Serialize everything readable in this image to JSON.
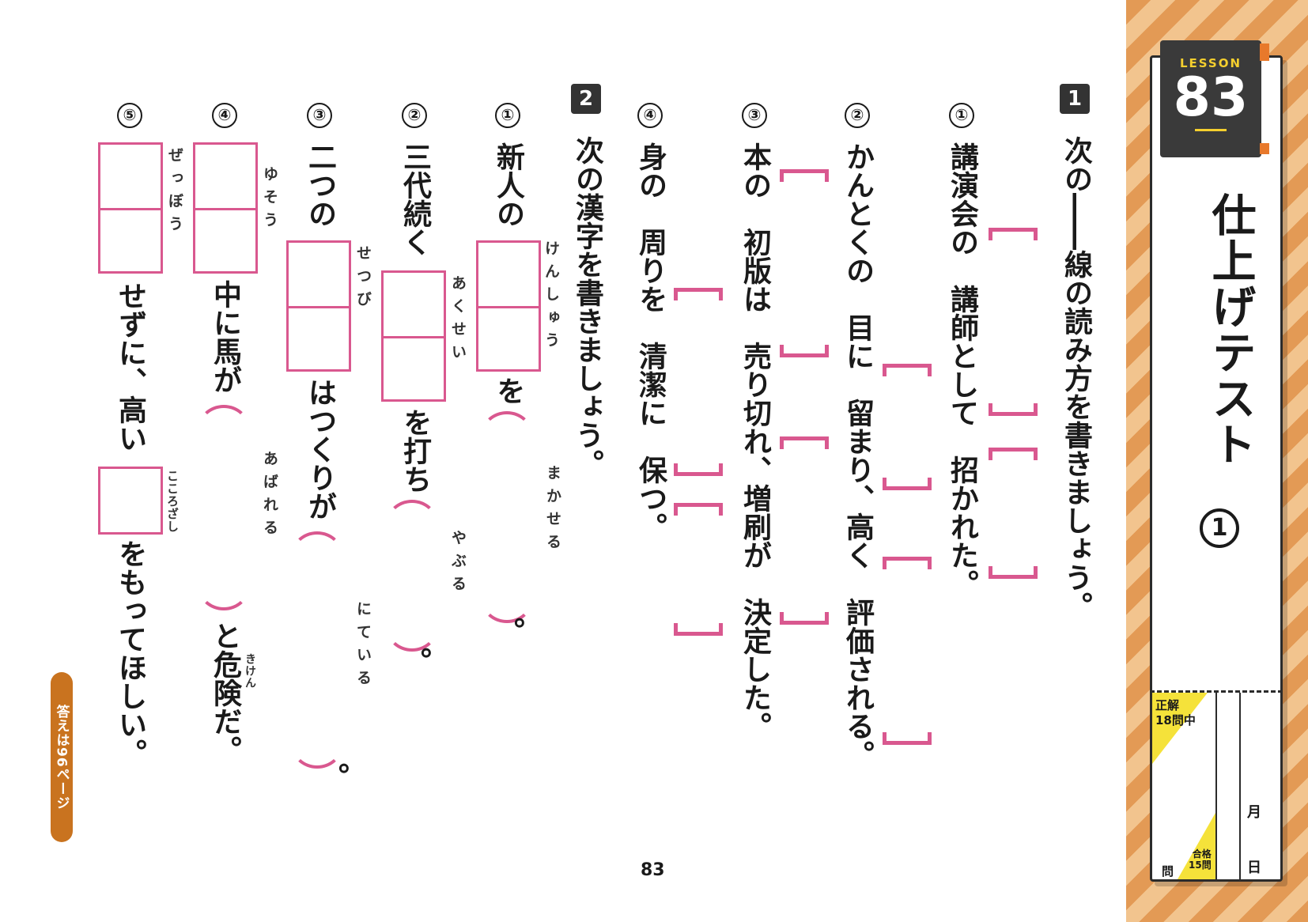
{
  "sidebar": {
    "lesson_label": "LESSON",
    "lesson_number": "83",
    "title": "仕上げテスト",
    "title_number": "1",
    "score_label_1": "正解",
    "score_label_2": "18問中",
    "month": "月",
    "day": "日",
    "pass_label_1": "合格",
    "pass_label_2": "15問",
    "question_unit": "問"
  },
  "answer_tab": "答えは96ページ",
  "page_number": "83",
  "section1": {
    "mark": "1",
    "instruction": "次の――線の読み方を書きましょう。",
    "items": [
      {
        "num": "①",
        "text": "講演会の　講師として　招かれた。"
      },
      {
        "num": "②",
        "text": "かんとくの　目に　留まり、高く　評価される。"
      },
      {
        "num": "③",
        "text": "本の　初版は　売り切れ、増刷が　決定した。"
      },
      {
        "num": "④",
        "text": "身の　周りを　清潔に　保つ。"
      }
    ]
  },
  "section2": {
    "mark": "2",
    "instruction": "次の漢字を書きましょう。",
    "items": [
      {
        "num": "①",
        "pre": "新人の",
        "mid": "を",
        "post": "。",
        "hint1": "けんしゅう",
        "hint2": "まかせる"
      },
      {
        "num": "②",
        "pre": "三代続く",
        "mid": "を打ち",
        "post": "。",
        "hint1": "あくせい",
        "hint2": "やぶる"
      },
      {
        "num": "③",
        "pre": "二つの",
        "mid": "はつくりが",
        "post": "。",
        "hint1": "せつび",
        "hint2": "にている"
      },
      {
        "num": "④",
        "pre": "",
        "mid": "中に馬が",
        "post": "と危険だ。",
        "hint1": "ゆそう",
        "hint2": "あばれる",
        "ruby": "きけん"
      },
      {
        "num": "⑤",
        "pre": "",
        "mid": "せずに、高い",
        "post": "をもってほしい。",
        "hint1": "ぜっぼう",
        "hint2": "こころざし"
      }
    ]
  }
}
